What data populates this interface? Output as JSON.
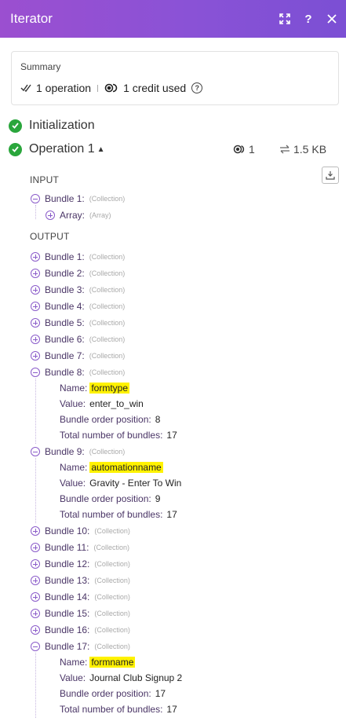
{
  "header": {
    "title": "Iterator"
  },
  "summary": {
    "title": "Summary",
    "operations": "1 operation",
    "credits": "1 credit used"
  },
  "stages": {
    "initialization": "Initialization",
    "operation": "Operation 1",
    "operation_views": "1",
    "operation_size": "1.5 KB"
  },
  "input": {
    "heading": "INPUT",
    "bundle_label": "Bundle 1:",
    "bundle_type": "(Collection)",
    "array_label": "Array:",
    "array_type": "(Array)"
  },
  "output": {
    "heading": "OUTPUT",
    "collection_type": "(Collection)",
    "bundles": [
      {
        "label": "Bundle 1:"
      },
      {
        "label": "Bundle 2:"
      },
      {
        "label": "Bundle 3:"
      },
      {
        "label": "Bundle 4:"
      },
      {
        "label": "Bundle 5:"
      },
      {
        "label": "Bundle 6:"
      },
      {
        "label": "Bundle 7:"
      },
      {
        "label": "Bundle 8:",
        "name": "formtype",
        "value": "enter_to_win",
        "position": "8",
        "total": "17"
      },
      {
        "label": "Bundle 9:",
        "name": "automationname",
        "value": "Gravity - Enter To Win",
        "position": "9",
        "total": "17"
      },
      {
        "label": "Bundle 10:"
      },
      {
        "label": "Bundle 11:"
      },
      {
        "label": "Bundle 12:"
      },
      {
        "label": "Bundle 13:"
      },
      {
        "label": "Bundle 14:"
      },
      {
        "label": "Bundle 15:"
      },
      {
        "label": "Bundle 16:"
      },
      {
        "label": "Bundle 17:",
        "name": "formname",
        "value": "Journal Club Signup 2",
        "position": "17",
        "total": "17"
      }
    ],
    "field_labels": {
      "name": "Name:",
      "value": "Value:",
      "position": "Bundle order position:",
      "total": "Total number of bundles:"
    }
  },
  "colors": {
    "header_start": "#9b4fd0",
    "header_end": "#7b4fd4",
    "success": "#2aa63c",
    "highlight": "#fff200"
  }
}
